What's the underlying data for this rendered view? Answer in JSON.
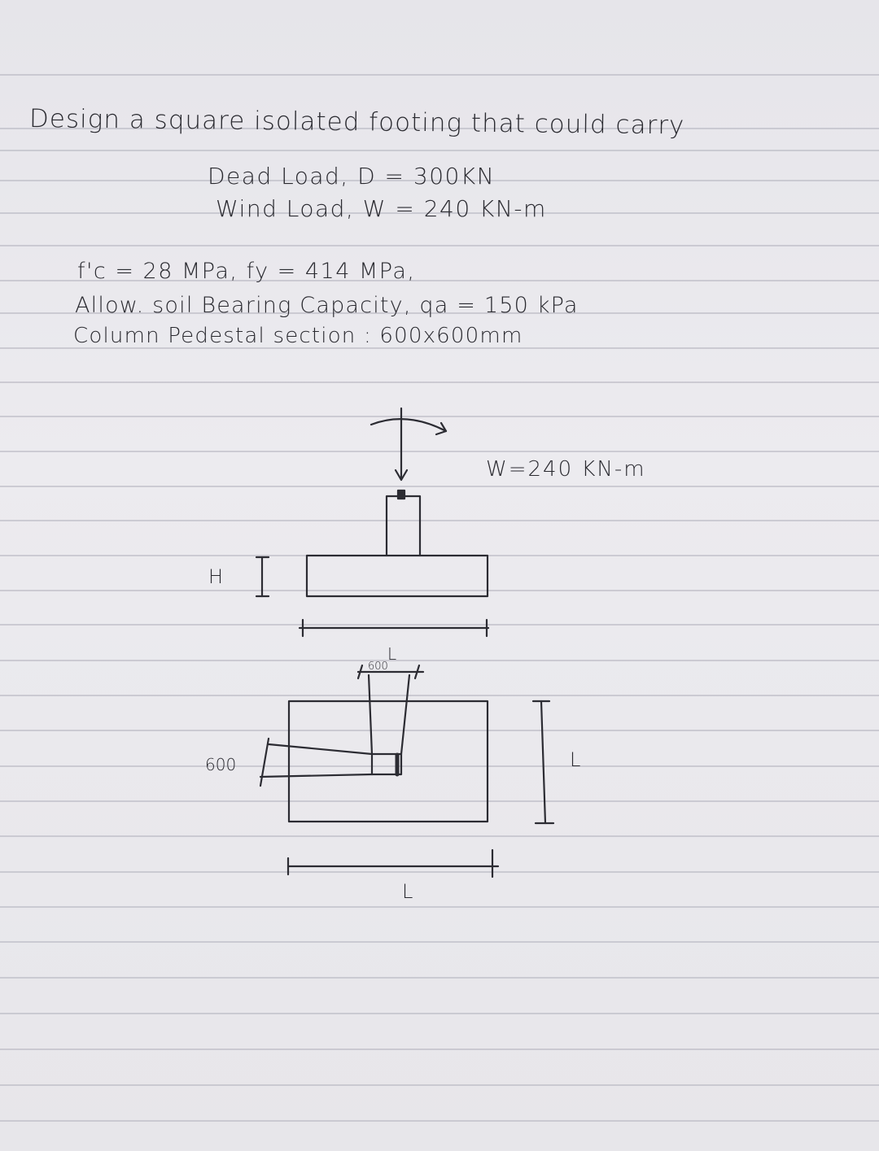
{
  "note": {
    "line1": "Design a square isolated footing that could carry",
    "line2": "Dead Load, D = 300KN",
    "line3": "Wind Load, W = 240 KN-m",
    "line4": "f'c = 28 MPa, fy = 414 MPa,",
    "line5": "Allow. soil Bearing Capacity, qa = 150 kPa",
    "line6": "Column Pedestal section : 600x600mm"
  },
  "sketch": {
    "moment_label": "W=240 KN-m",
    "height_label": "H",
    "length_label_elevation": "L",
    "column_width_label_top": "600",
    "column_width_label_side": "600",
    "length_label_side": "L",
    "length_label_bottom": "L"
  }
}
